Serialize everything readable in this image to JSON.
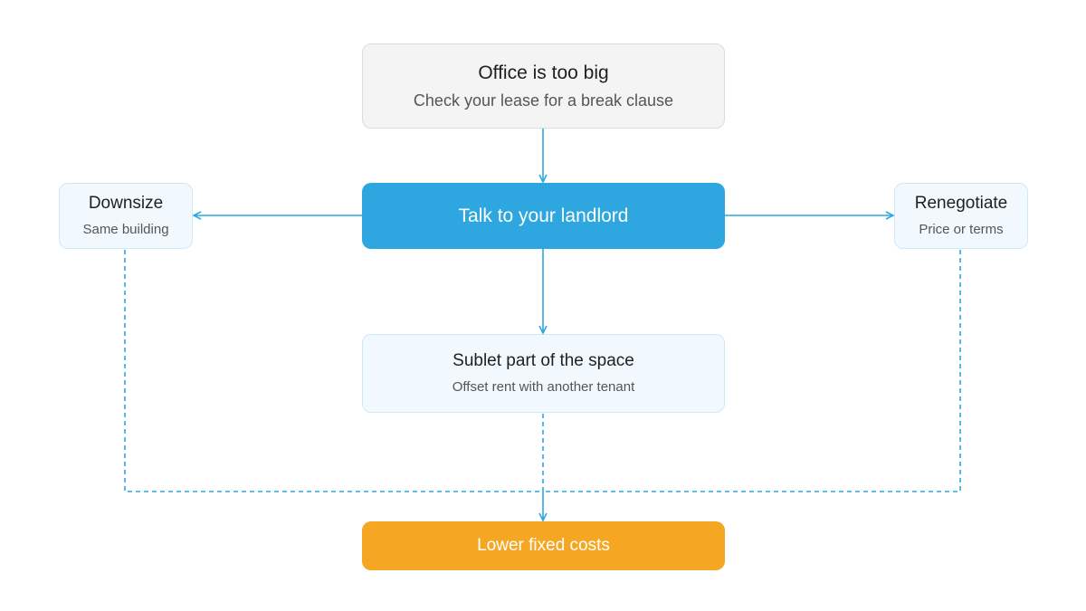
{
  "nodes": {
    "start": {
      "title": "Office is too big",
      "subtitle": "Check your lease for a break clause"
    },
    "talk": {
      "title": "Talk to your landlord"
    },
    "downsize": {
      "title": "Downsize",
      "subtitle": "Same building"
    },
    "renegotiate": {
      "title": "Renegotiate",
      "subtitle": "Price or terms"
    },
    "sublet": {
      "title": "Sublet part of the space",
      "subtitle": "Offset rent with another tenant"
    },
    "lower": {
      "title": "Lower fixed costs"
    }
  },
  "colors": {
    "primary": "#2ea7e0",
    "accent": "#f5a623",
    "connector": "#2ea7e0",
    "neutral_fill": "#f4f4f4",
    "light_fill": "#f2f9fe"
  }
}
